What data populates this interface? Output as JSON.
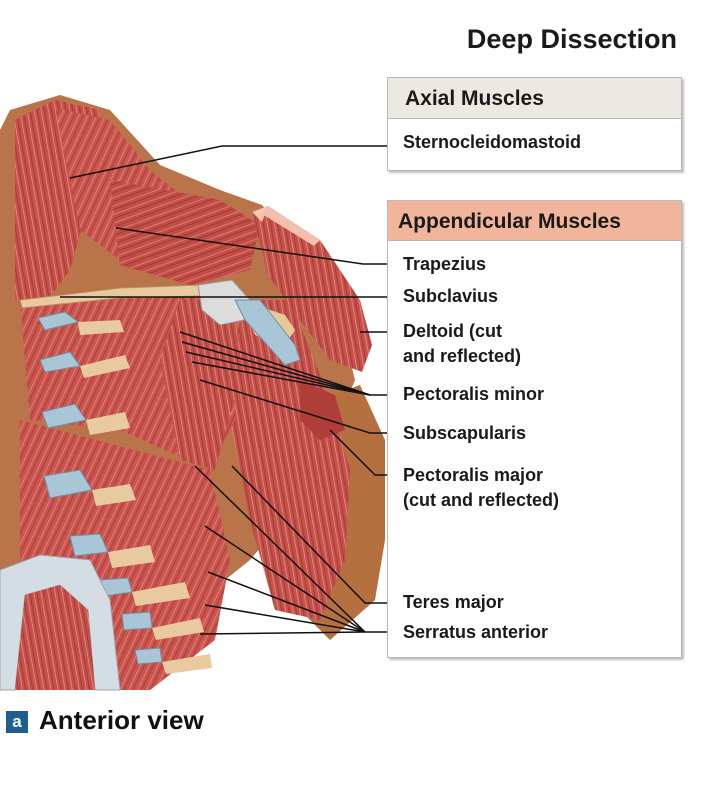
{
  "title": "Deep Dissection",
  "axial": {
    "heading": "Axial Muscles",
    "labels": [
      "Sternocleidomastoid"
    ]
  },
  "appendicular": {
    "heading": "Appendicular Muscles",
    "labels": {
      "trapezius": "Trapezius",
      "subclavius": "Subclavius",
      "deltoid_1": "Deltoid (cut",
      "deltoid_2": "and reflected)",
      "pectoralis_minor": "Pectoralis minor",
      "subscapularis": "Subscapularis",
      "pectoralis_major_1": "Pectoralis major",
      "pectoralis_major_2": "(cut and reflected)",
      "teres_major": "Teres major",
      "serratus_anterior": "Serratus anterior"
    }
  },
  "footer": {
    "badge": "a",
    "caption": "Anterior view"
  },
  "colors": {
    "muscle": "#c9554e",
    "muscle_dark": "#a33a35",
    "skin": "#b9744a",
    "cartilage": "#a9c6d6",
    "bone": "#e8c9a0",
    "box_head_axial": "#ebe9e1",
    "box_head_appendicular": "#f0b59a",
    "badge": "#1f5e8d"
  }
}
